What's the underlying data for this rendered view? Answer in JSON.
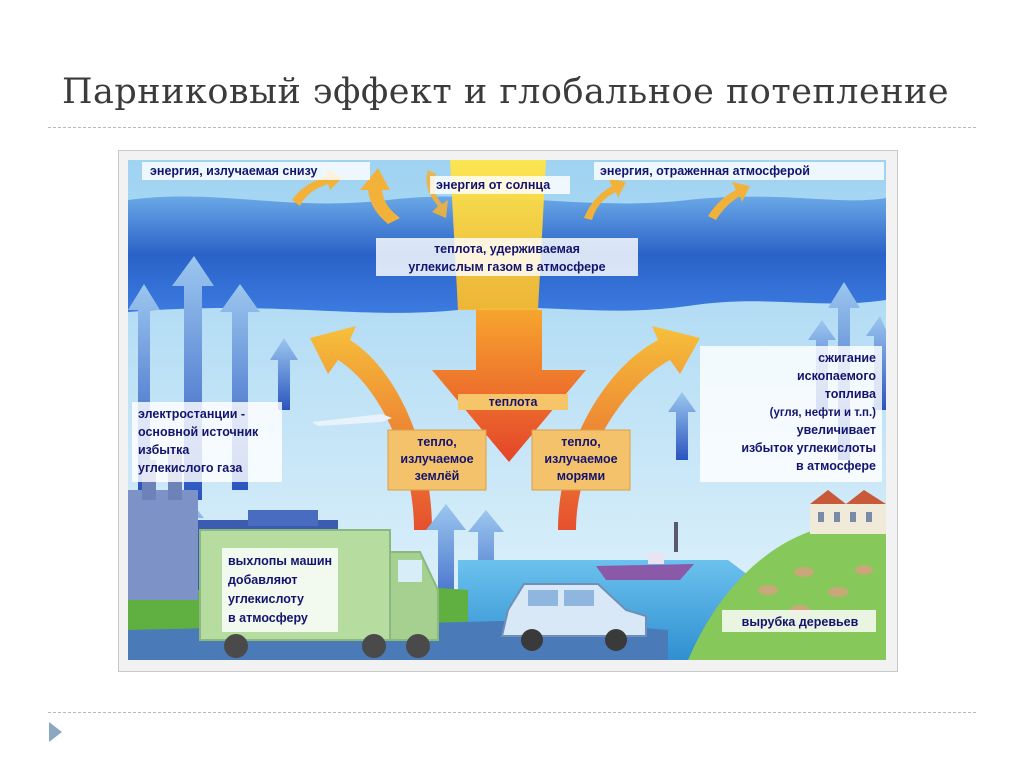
{
  "slide": {
    "title": "Парниковый эффект и глобальное потепление"
  },
  "diagram": {
    "labels": {
      "energy_from_below": "энергия, излучаемая снизу",
      "energy_from_sun": "энергия от солнца",
      "energy_reflected": "энергия, отраженная атмосферой",
      "heat_retained_1": "теплота, удерживаемая",
      "heat_retained_2": "углекислым газом в атмосфере",
      "heat": "теплота",
      "earth_heat_1": "тепло,",
      "earth_heat_2": "излучаемое",
      "earth_heat_3": "землёй",
      "sea_heat_1": "тепло,",
      "sea_heat_2": "излучаемое",
      "sea_heat_3": "морями",
      "power_1": "электростанции -",
      "power_2": "основной источник",
      "power_3": "избытка",
      "power_4": "углекислого газа",
      "fuel_1": "сжигание",
      "fuel_2": "ископаемого",
      "fuel_3": "топлива",
      "fuel_4": "(угля, нефти и т.п.)",
      "fuel_5": "увеличивает",
      "fuel_6": "избыток углекислоты",
      "fuel_7": "в атмосфере",
      "exhaust_1": "выхлопы машин",
      "exhaust_2": "добавляют",
      "exhaust_3": "углекислоту",
      "exhaust_4": "в атмосферу",
      "deforestation": "вырубка деревьев"
    },
    "colors": {
      "atmosphere": "#2a62c8",
      "sky": "#bfe2f5",
      "arrow_blue": "#2f5fc4",
      "arrow_orange": "#f0a030",
      "arrow_red": "#e8502c",
      "label_text": "#14146e",
      "grass": "#7ec850",
      "sea": "#4aa8e0"
    }
  }
}
